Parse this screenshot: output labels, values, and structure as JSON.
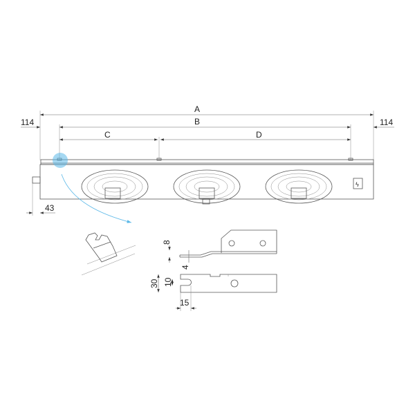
{
  "dimensions": {
    "overall_length": "A",
    "mounting_span": "B",
    "segment_c": "C",
    "segment_d": "D",
    "left_offset": "114",
    "right_offset": "114",
    "pipe_stub": "43"
  },
  "detail": {
    "thickness_8": "8",
    "offset_4": "4",
    "width_30": "30",
    "slot_10": "10",
    "slot_depth_15": "15"
  },
  "fan_count": 3,
  "highlight_color": "#5bb8e8"
}
